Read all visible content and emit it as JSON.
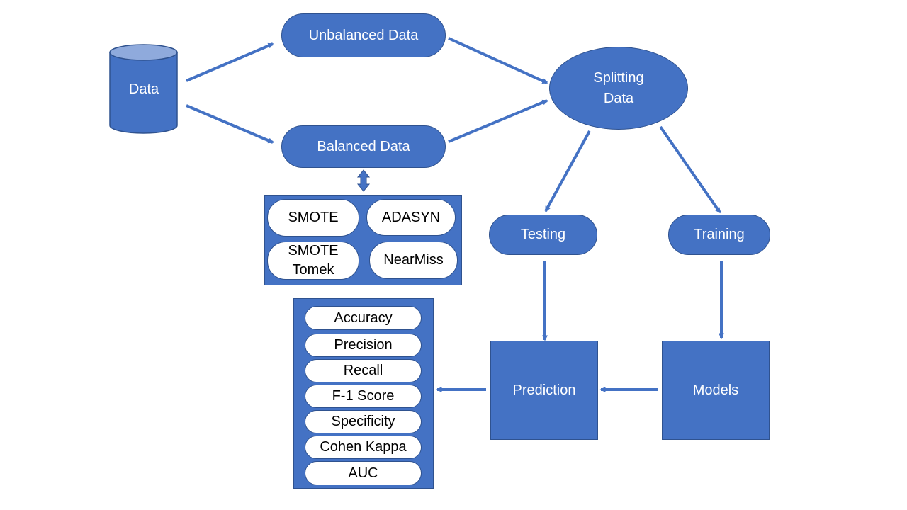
{
  "data_node": "Data",
  "unbalanced_node": "Unbalanced Data",
  "balanced_node": "Balanced Data",
  "splitting_node": {
    "line1": "Splitting",
    "line2": "Data"
  },
  "testing_node": "Testing",
  "training_node": "Training",
  "prediction_node": "Prediction",
  "models_node": "Models",
  "balancing_methods": {
    "smote": "SMOTE",
    "adasyn": "ADASYN",
    "smote_tomek": {
      "line1": "SMOTE",
      "line2": "Tomek"
    },
    "nearmiss": "NearMiss"
  },
  "metrics": [
    "Accuracy",
    "Precision",
    "Recall",
    "F-1 Score",
    "Specificity",
    "Cohen Kappa",
    "AUC"
  ],
  "colors": {
    "fill": "#4472c4",
    "stroke": "#2f528f",
    "text_on_fill": "#ffffff",
    "pill_fill": "#ffffff"
  }
}
